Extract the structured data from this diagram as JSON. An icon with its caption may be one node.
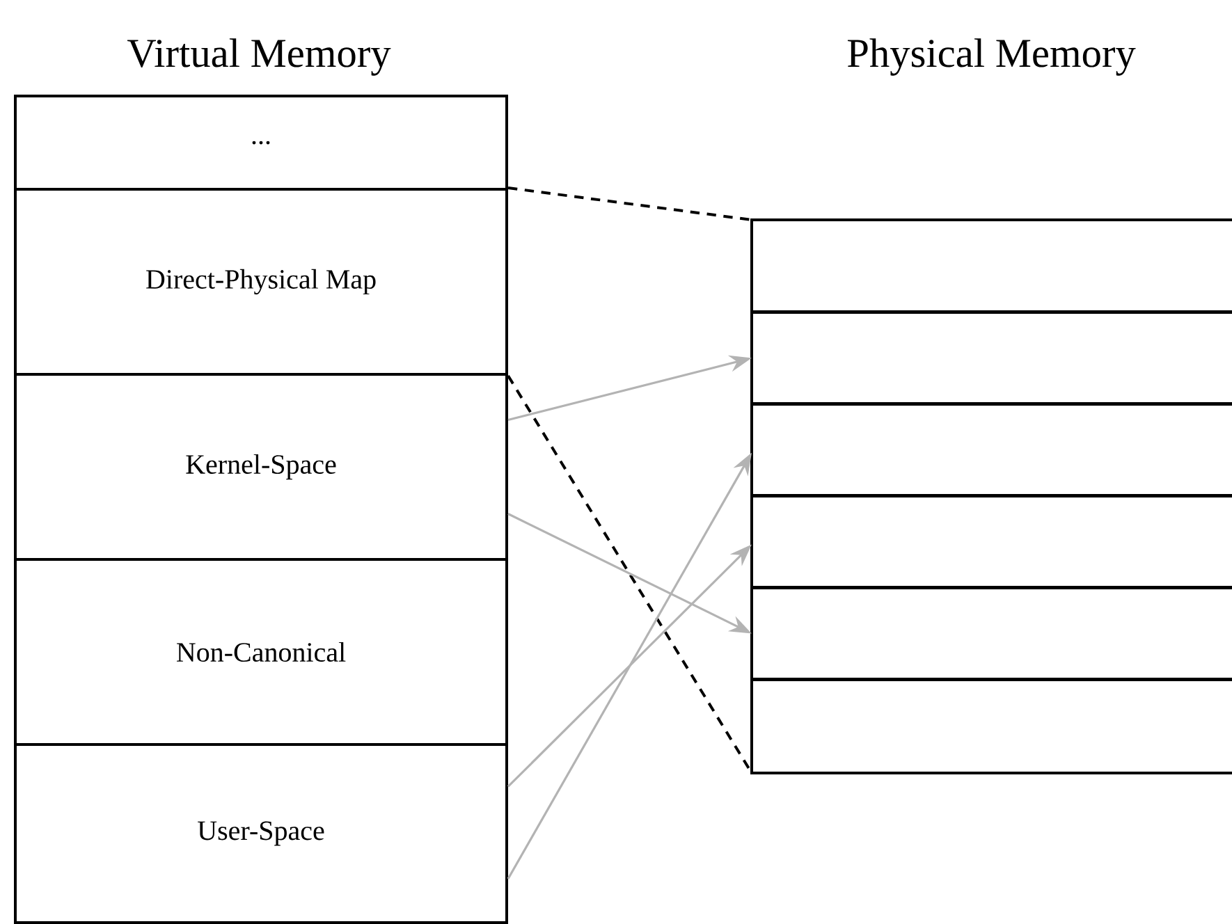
{
  "diagram": {
    "nodes": [
      {
        "text": [
          "..."
        ]
      },
      {
        "text": [
          "Direct-Physical Map"
        ]
      },
      {
        "text": [
          "Kernel-Space"
        ]
      },
      {
        "text": [
          "Non-Canonical"
        ]
      },
      {
        "text": [
          "User-Space"
        ]
      },
      {
        "text": [],
        "shape": "box"
      },
      {
        "text": [],
        "shape": "box"
      },
      {
        "text": [],
        "shape": "box"
      },
      {
        "text": [],
        "shape": "box"
      },
      {
        "text": [],
        "shape": "box"
      },
      {
        "text": [],
        "shape": "box"
      }
    ],
    "edges": [
      {
        "from": 1,
        "to": 5,
        "arrow": "none",
        "style": "dashed",
        "color": "#000000"
      },
      {
        "from": 1,
        "to": 10,
        "arrow": "none",
        "style": "dashed",
        "color": "#000000"
      },
      {
        "from": 2,
        "to": 6,
        "arrow": "to"
      },
      {
        "from": 2,
        "to": 9,
        "arrow": "to"
      },
      {
        "from": 4,
        "to": 8,
        "arrow": "to"
      },
      {
        "from": 4,
        "to": 7,
        "arrow": "to"
      }
    ],
    "labels": [
      "Virtual Memory",
      "Physical Memory"
    ]
  }
}
